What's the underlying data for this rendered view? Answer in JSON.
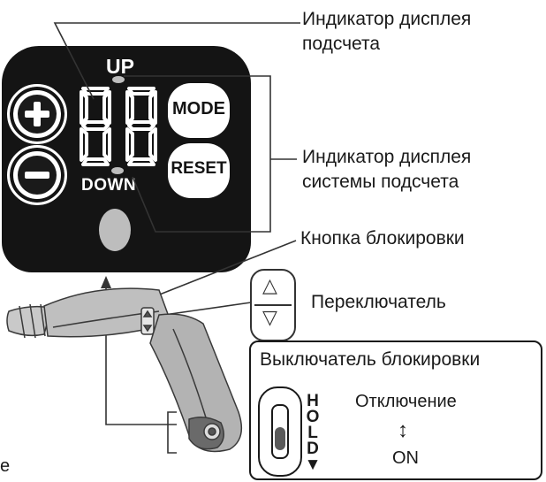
{
  "panel": {
    "up_label": "UP",
    "down_label": "DOWN",
    "display_digits": "88",
    "mode_button": "MODE",
    "reset_button": "RESET"
  },
  "callouts": {
    "count_display_indicator": "Индикатор дисплея подсчета",
    "count_system_indicator": "Индикатор дисплея системы подсчета",
    "lock_button": "Кнопка блокировки",
    "switch": "Переключатель"
  },
  "hold_box": {
    "title": "Выключатель блокировки",
    "hold_letters": [
      "H",
      "O",
      "L",
      "D",
      "▼"
    ],
    "off_label": "Отключение",
    "arrow": "↕",
    "on_label": "ON"
  },
  "switch_pill": {
    "up_symbol": "△",
    "down_symbol": "▽"
  },
  "edge_text": "e",
  "colors": {
    "panel": "#141414",
    "led": "#bdbdbd",
    "line": "#333333",
    "tool_body": "#b8b8b8",
    "tool_dark": "#555555"
  }
}
